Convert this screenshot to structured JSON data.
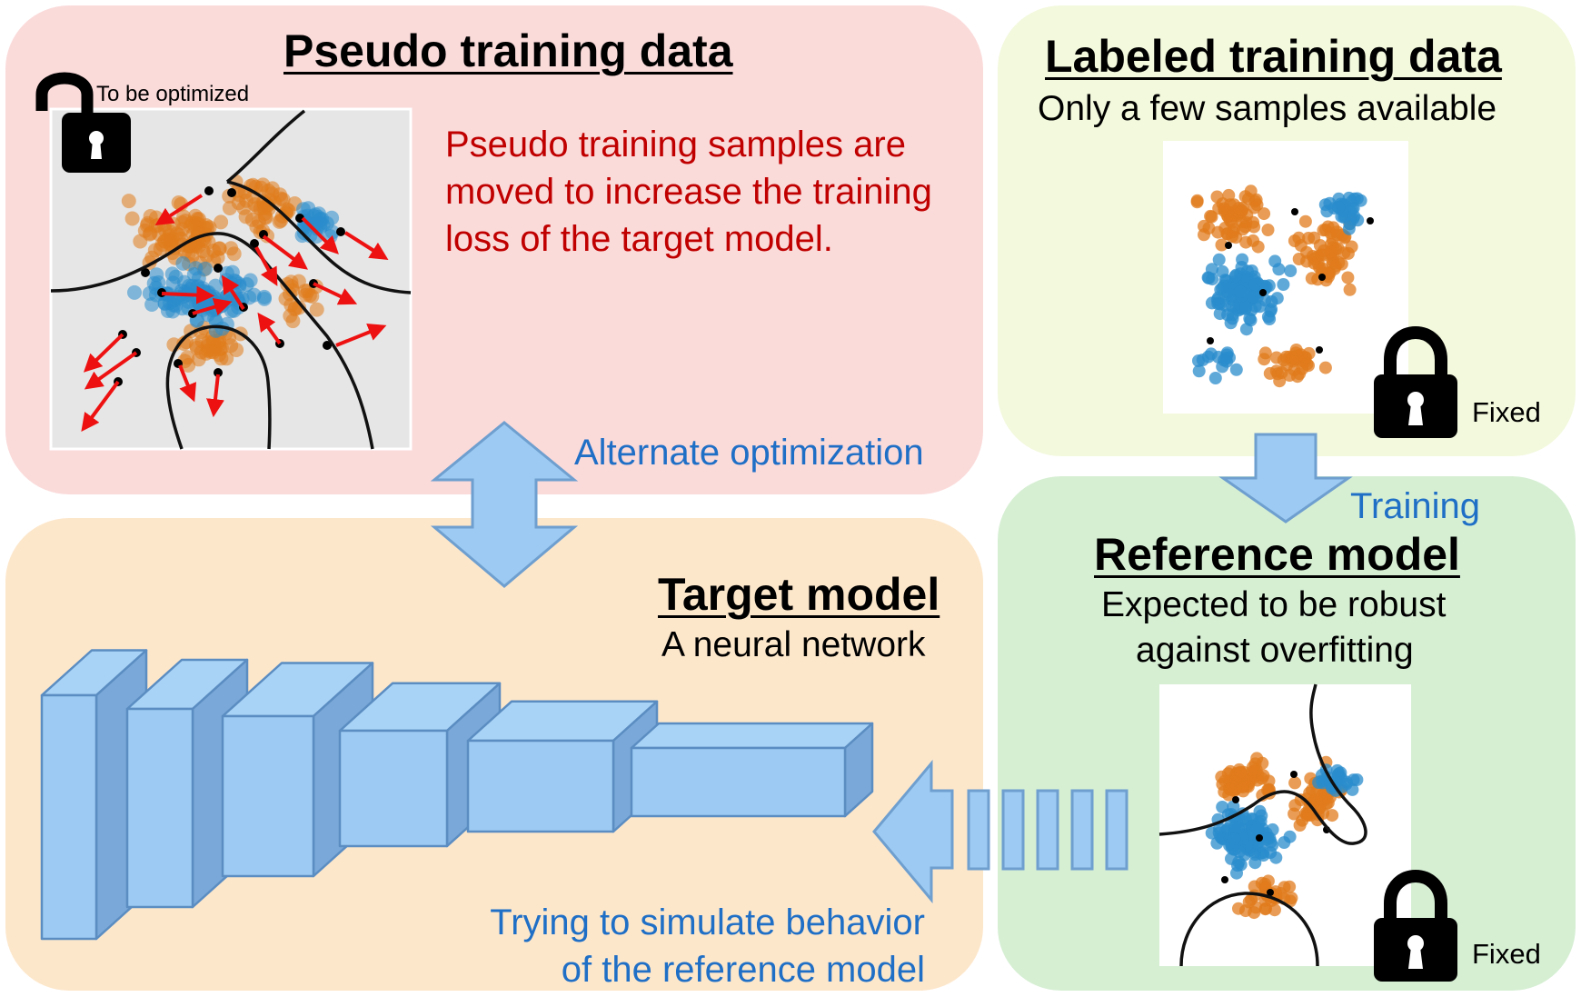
{
  "pseudo_panel": {
    "title": "Pseudo training data",
    "lock_label": "To be optimized",
    "description_lines": [
      "Pseudo training samples are",
      "moved to increase the training",
      "loss of the target model."
    ]
  },
  "labeled_panel": {
    "title": "Labeled training data",
    "subtitle": "Only a few samples available",
    "lock_label": "Fixed"
  },
  "reference_panel": {
    "title": "Reference model",
    "subtitle_lines": [
      "Expected to be robust",
      "against overfitting"
    ],
    "lock_label": "Fixed"
  },
  "target_panel": {
    "title": "Target model",
    "subtitle": "A neural network",
    "note_lines": [
      "Trying to simulate behavior",
      "of the reference model"
    ]
  },
  "arrows": {
    "alternate_label": "Alternate optimization",
    "training_label": "Training"
  },
  "colors": {
    "pseudo_bg": "#fbdada",
    "labeled_bg": "#f2f9dc",
    "target_bg": "#fde7cb",
    "reference_bg": "#d6efd3",
    "arrow_blue": "#9ccaf2",
    "block_blue": "#9ccaf2",
    "text_blue": "#1f6fc6",
    "text_red": "#c00000",
    "series_orange": "#e07b1c",
    "series_blue": "#2a8ccc"
  }
}
